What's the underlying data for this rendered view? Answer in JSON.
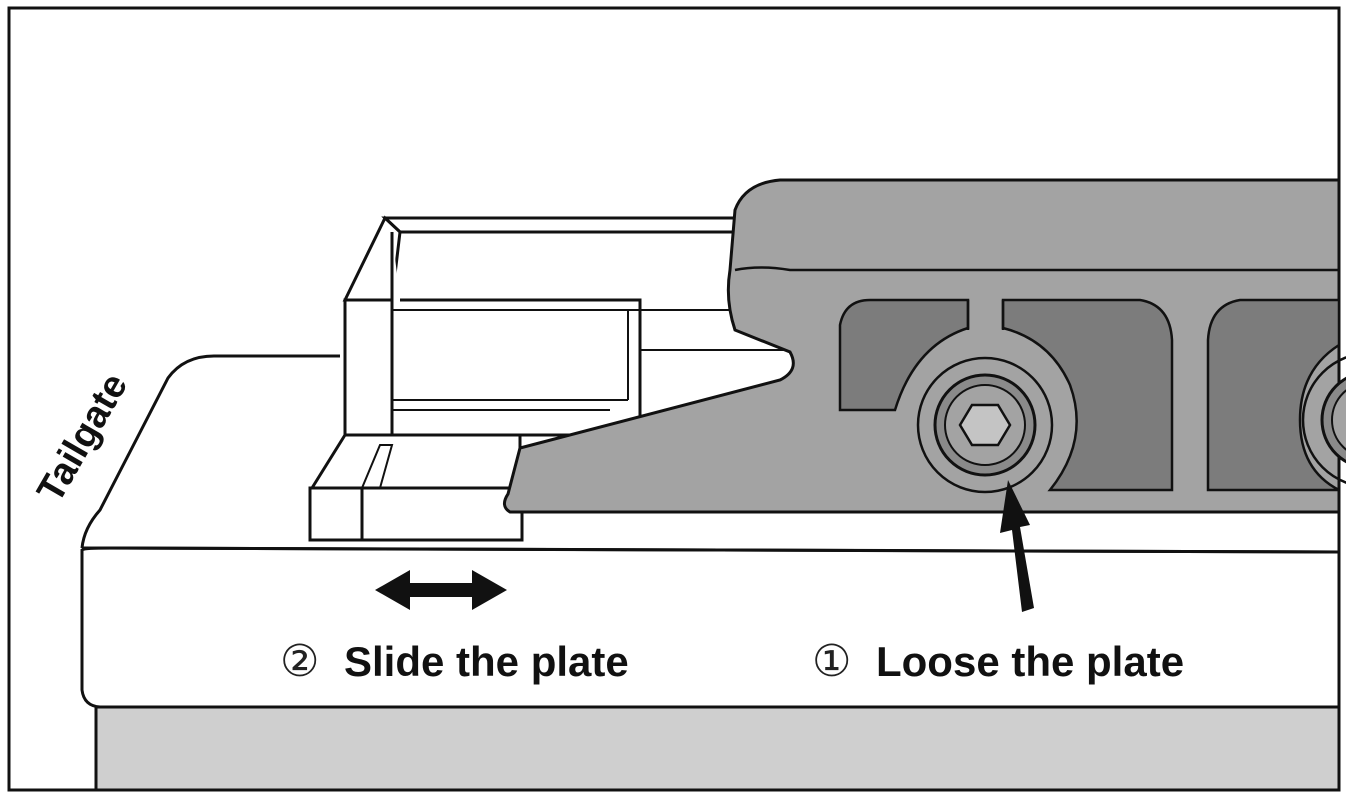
{
  "labels": {
    "tailgate": "Tailgate",
    "step2_number": "②",
    "step2_text": "Slide the plate",
    "step1_number": "①",
    "step1_text": "Loose the plate"
  },
  "colors": {
    "outline": "#111111",
    "plate_gray": "#a3a3a3",
    "slot_gray": "#7c7c7c",
    "bumper_gray": "#cfcfcf",
    "background": "#ffffff"
  }
}
